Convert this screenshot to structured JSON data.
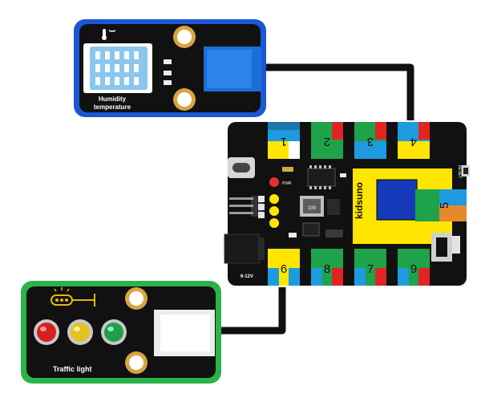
{
  "humidity_module": {
    "label_line1": "Humidity",
    "label_line2": "temperature",
    "icon": "thermometer-icon"
  },
  "traffic_module": {
    "label": "Traffic light",
    "icon": "traffic-light-symbol-icon"
  },
  "board": {
    "brand": "kidsuno",
    "power_label": "6-12V",
    "reset_label": "RESET",
    "pwr_label": "PWR",
    "inductor_label": "100",
    "ports": [
      "1",
      "2",
      "3",
      "4",
      "5",
      "6",
      "7",
      "8",
      "9"
    ]
  },
  "colors": {
    "humidity_border": "#1a56d6",
    "traffic_border": "#2bb34a",
    "board_black": "#111111",
    "cable": "#111111",
    "port_yellow": "#ffe600",
    "port_green": "#1fa34a",
    "port_blue": "#1e9be0",
    "port_red": "#e02424",
    "oled_blue": "#1539b8",
    "sensor_blue": "#8bc6ef"
  }
}
